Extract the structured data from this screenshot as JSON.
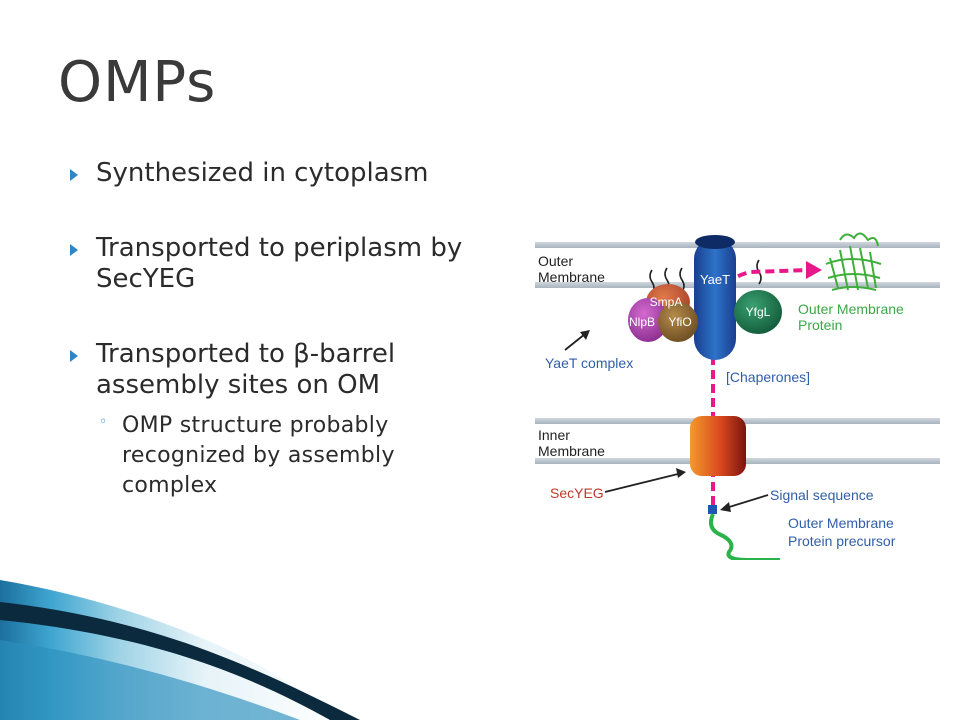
{
  "slide": {
    "title": "OMPs",
    "bullets": [
      {
        "text": "Synthesized in cytoplasm"
      },
      {
        "text": "Transported to periplasm by SecYEG"
      },
      {
        "text": "Transported to β-barrel assembly sites on OM",
        "sub": "OMP structure probably recognized by assembly complex"
      }
    ]
  },
  "diagram": {
    "labels": {
      "outer_membrane": [
        "Outer",
        "Membrane"
      ],
      "inner_membrane": [
        "Inner",
        "Membrane"
      ],
      "yaet": "YaeT",
      "smpa": "SmpA",
      "nlpb": "NlpB",
      "yfio": "YfiO",
      "yfgl": "YfgL",
      "omp": [
        "Outer Membrane",
        "Protein"
      ],
      "yaet_complex": "YaeT complex",
      "chaperones": "[Chaperones]",
      "secyeg": "SecYEG",
      "signal_sequence": "Signal sequence",
      "omp_precursor": [
        "Outer Membrane",
        "Protein precursor"
      ]
    },
    "colors": {
      "path": "#e8178a",
      "precursor": "#2ab34a",
      "label_blue": "#2f5fa8",
      "omp_label": "#3aa845",
      "membrane": "#b9c3cf"
    }
  }
}
